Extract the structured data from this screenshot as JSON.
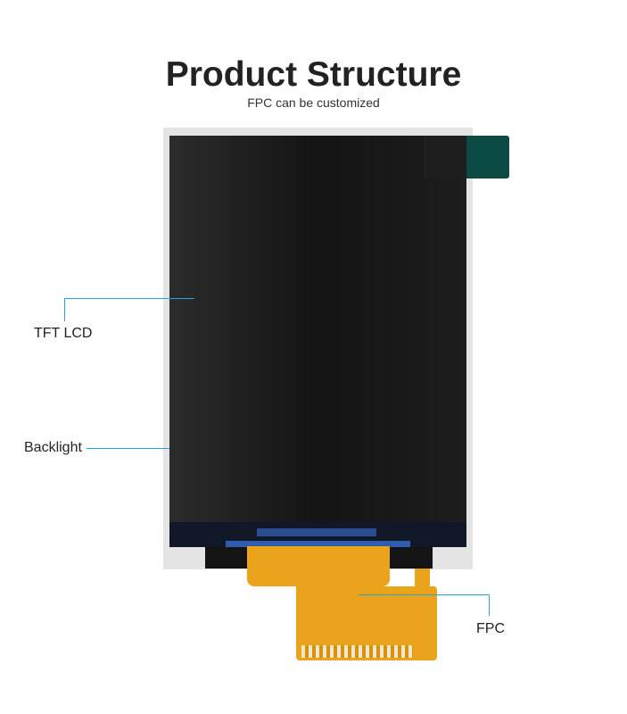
{
  "title": "Product Structure",
  "subtitle": "FPC can be customized",
  "labels": {
    "tft": "TFT LCD",
    "backlight": "Backlight",
    "fpc": "FPC"
  },
  "colors": {
    "leader_line": "#2aa1e0",
    "fpc": "#e9a41c"
  }
}
